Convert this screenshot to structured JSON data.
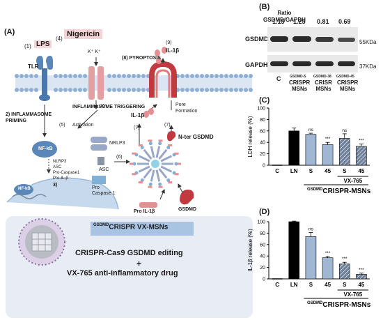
{
  "panel_labels": {
    "a": "(A)",
    "b": "(B)",
    "c": "(C)",
    "d": "(D)"
  },
  "pathway": {
    "step1": "(1)",
    "lps": "LPS",
    "tlr": "TLR",
    "step4": "(4)",
    "nigericin": "Nigericin",
    "k_out": "K⁺ K⁺",
    "k_in": "K⁺",
    "step8": "(8) PYROPTOSIS",
    "step9": "(9)",
    "il1b_top": "IL-1β",
    "pore_formation": "Pore\nFormation",
    "step2": "2) INFLAMMASOME\nPRIMING",
    "inflammasome_trig": "INFLAMMASOME\nTRIGGERING",
    "step5": "(5)",
    "activation": "Activation",
    "il1b_mid": "IL-1β",
    "step7a": "(7)",
    "step7b": "(7)",
    "nter": "N-ter GSDMD",
    "nfkb": "NF-kB",
    "nfkb_nuc": "NF-kB",
    "genes": [
      "NLRP3",
      "ASC",
      "Pro-Caspase1",
      "Pro-IL-β"
    ],
    "step3": "3)",
    "nlrp3": "NRLP3",
    "asc": "ASC",
    "procasp": "Pro\nCaspase 1",
    "step6": "(6)",
    "pro_il1b": "Pro IL-1β",
    "gsdmd": "GSDMD"
  },
  "summary": {
    "badge": "GSDMDCRISPR VX-MSNs",
    "badge_sup": "GSDMD",
    "badge_rest": "CRISPR VX-MSNs",
    "line1": "CRISPR-Cas9 GSDMD editing",
    "plus": "+",
    "line2": "VX-765 anti-inflammatory drug"
  },
  "blot": {
    "ratio_label": "Ratio\nGSDMD/GAPDH",
    "ratios": [
      "1.15",
      "1.25",
      "0.81",
      "0.69"
    ],
    "rows": [
      "GSDMD",
      "GAPDH"
    ],
    "kda": [
      "55KDa",
      "37KDa"
    ],
    "lane_c": "C",
    "lanes": [
      "GSDMD-S",
      "GSDMD-38",
      "GSDMD-45"
    ],
    "lane_sub": [
      "CRISPR\nMSNs",
      "CRISR\nMSNs",
      "CRISPR\nMSNs"
    ]
  },
  "chart_data": [
    {
      "type": "bar",
      "panel": "(C)",
      "ylabel": "LDH release (%)",
      "ylim": [
        0,
        100
      ],
      "yticks": [
        0,
        20,
        40,
        60,
        80,
        100
      ],
      "categories": [
        "C",
        "LN",
        "S",
        "45",
        "S",
        "45"
      ],
      "values": [
        0,
        60,
        54,
        36,
        47,
        33
      ],
      "errors": [
        0,
        5,
        2,
        4,
        8,
        4
      ],
      "significance": [
        "",
        "",
        "ns",
        "***",
        "ns",
        "***"
      ],
      "colors": [
        "#000000",
        "#000000",
        "#9fb7d3",
        "#9fb7d3",
        "#6f819a",
        "#6f819a"
      ],
      "hatched": [
        false,
        false,
        false,
        false,
        true,
        true
      ],
      "bracket_top": "VX-765",
      "bracket_bottom_sup": "GSDMD",
      "bracket_bottom": "CRISPR-MSNs"
    },
    {
      "type": "bar",
      "panel": "(D)",
      "ylabel": "IL-1β release (%)",
      "ylim": [
        0,
        100
      ],
      "yticks": [
        0,
        20,
        40,
        60,
        80,
        100
      ],
      "categories": [
        "C",
        "LN",
        "S",
        "45",
        "S",
        "45"
      ],
      "values": [
        0,
        100,
        74,
        37,
        26,
        8
      ],
      "errors": [
        0,
        1,
        7,
        2,
        3,
        2
      ],
      "significance": [
        "",
        "",
        "ns",
        "***",
        "***",
        "***"
      ],
      "colors": [
        "#000000",
        "#000000",
        "#9fb7d3",
        "#9fb7d3",
        "#6f819a",
        "#6f819a"
      ],
      "hatched": [
        false,
        false,
        false,
        false,
        true,
        true
      ],
      "bracket_top": "VX-765",
      "bracket_bottom_sup": "GSDMD",
      "bracket_bottom": "CRISPR-MSNs"
    }
  ]
}
